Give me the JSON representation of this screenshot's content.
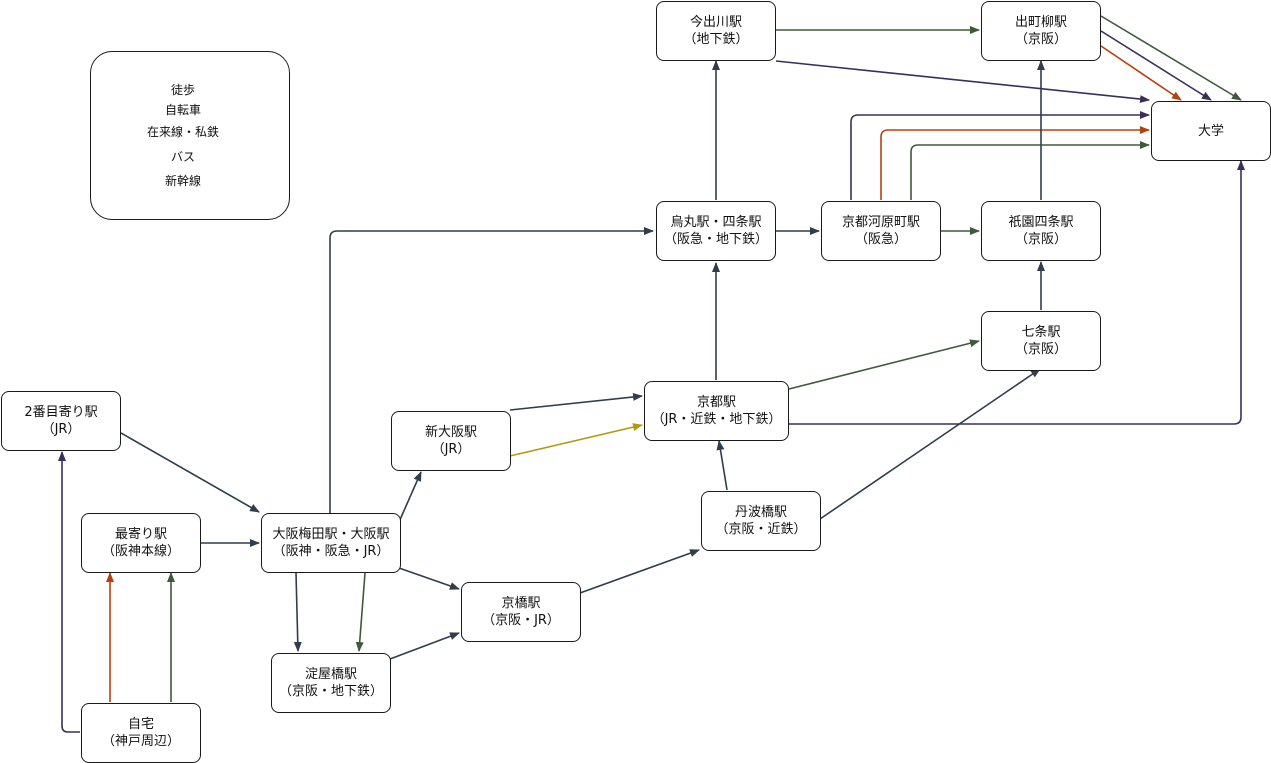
{
  "colors": {
    "walk": "#3d5a3a",
    "bike": "#b8400f",
    "rail": "#2f3d4d",
    "bus": "#3a2f5c",
    "shinkansen": "#b09a10"
  },
  "legend": {
    "walk": "徒歩",
    "bike": "自転車",
    "rail": "在来線・私鉄",
    "bus": "バス",
    "shinkansen": "新幹線"
  },
  "nodes": {
    "imadegawa": {
      "line1": "今出川駅",
      "line2": "（地下鉄）"
    },
    "demachiyanagi": {
      "line1": "出町柳駅",
      "line2": "（京阪）"
    },
    "university": {
      "line1": "大学"
    },
    "karasuma": {
      "line1": "烏丸駅・四条駅",
      "line2": "（阪急・地下鉄）"
    },
    "kawaramachi": {
      "line1": "京都河原町駅",
      "line2": "（阪急）"
    },
    "gion": {
      "line1": "祇園四条駅",
      "line2": "（京阪）"
    },
    "shichijo": {
      "line1": "七条駅",
      "line2": "（京阪）"
    },
    "kyoto": {
      "line1": "京都駅",
      "line2": "（JR・近鉄・地下鉄）"
    },
    "shinosaka": {
      "line1": "新大阪駅",
      "line2": "（JR）"
    },
    "tambabashi": {
      "line1": "丹波橋駅",
      "line2": "（京阪・近鉄）"
    },
    "nearest2": {
      "line1": "2番目寄り駅",
      "line2": "（JR）"
    },
    "umeda": {
      "line1": "大阪梅田駅・大阪駅",
      "line2": "（阪神・阪急・JR）"
    },
    "nearest": {
      "line1": "最寄り駅",
      "line2": "（阪神本線）"
    },
    "kyobashi": {
      "line1": "京橋駅",
      "line2": "（京阪・JR）"
    },
    "yodoyabashi": {
      "line1": "淀屋橋駅",
      "line2": "（京阪・地下鉄）"
    },
    "home": {
      "line1": "自宅",
      "line2": "（神戸周辺）"
    }
  }
}
